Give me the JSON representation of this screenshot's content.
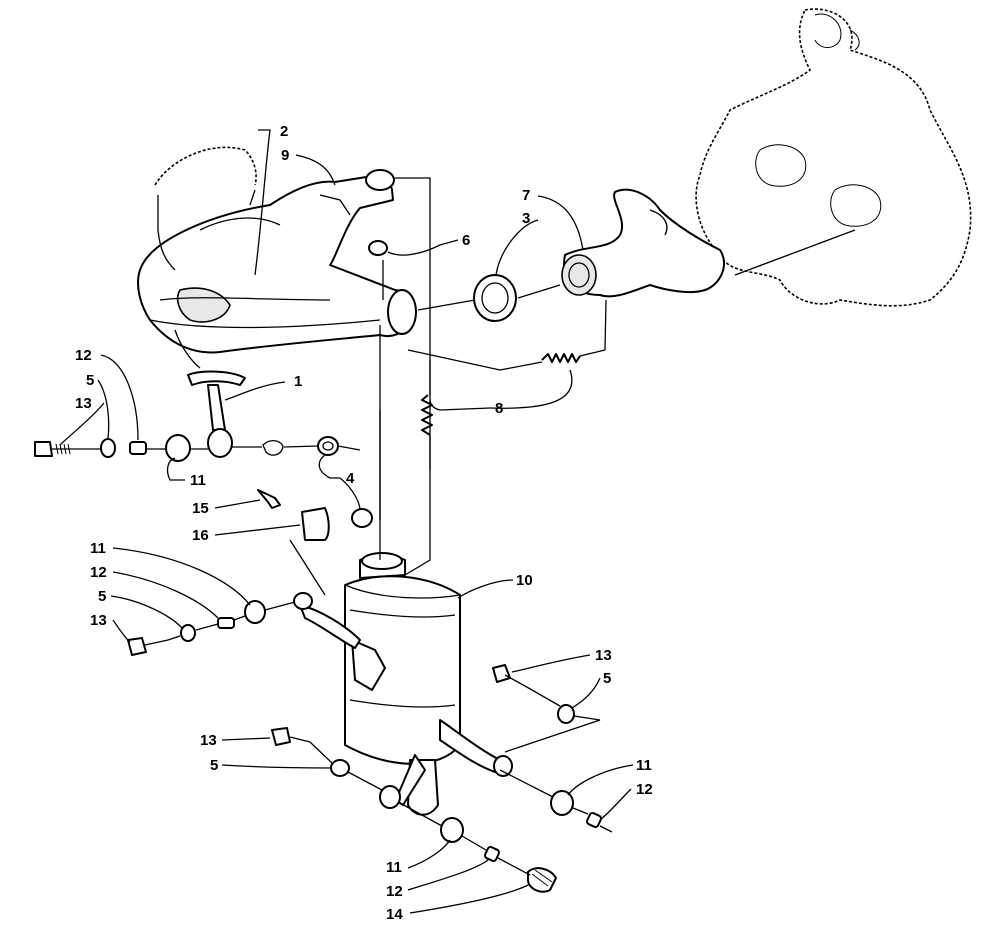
{
  "callouts": {
    "c1": "1",
    "c2": "2",
    "c3": "3",
    "c4": "4",
    "c5a": "5",
    "c5b": "5",
    "c5c": "5",
    "c5d": "5",
    "c6": "6",
    "c7": "7",
    "c8": "8",
    "c9": "9",
    "c10": "10",
    "c11a": "11",
    "c11b": "11",
    "c11c": "11",
    "c11d": "11",
    "c12a": "12",
    "c12b": "12",
    "c12c": "12",
    "c12d": "12",
    "c13a": "13",
    "c13b": "13",
    "c13c": "13",
    "c13d": "13",
    "c14": "14",
    "c15": "15",
    "c16": "16"
  }
}
